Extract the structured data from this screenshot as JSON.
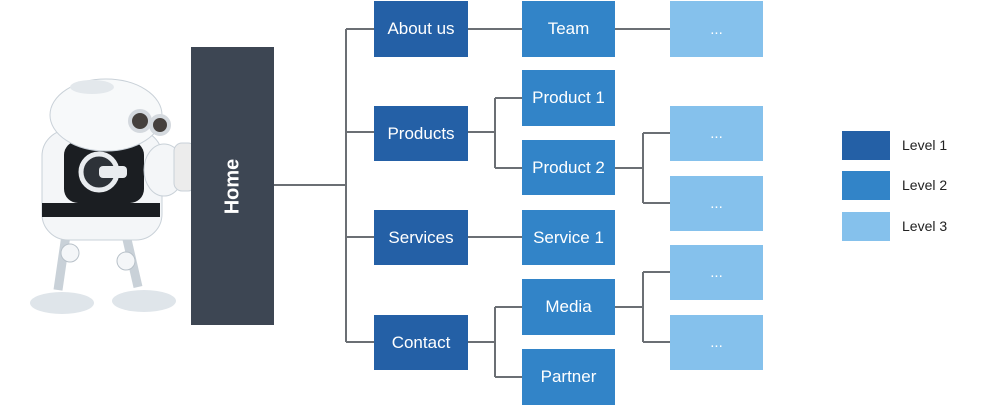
{
  "colors": {
    "home": "#3d4653",
    "level1": "#2460a6",
    "level2": "#3284c8",
    "level3": "#85c1ec",
    "connector": "#6b6f74"
  },
  "home": {
    "label": "Home"
  },
  "level1": [
    {
      "label": "About us"
    },
    {
      "label": "Products"
    },
    {
      "label": "Services"
    },
    {
      "label": "Contact"
    }
  ],
  "level2": [
    {
      "label": "Team"
    },
    {
      "label": "Product 1"
    },
    {
      "label": "Product 2"
    },
    {
      "label": "Service 1"
    },
    {
      "label": "Media"
    },
    {
      "label": "Partner"
    }
  ],
  "level3": [
    {
      "label": "..."
    },
    {
      "label": "..."
    },
    {
      "label": "..."
    },
    {
      "label": "..."
    },
    {
      "label": "..."
    }
  ],
  "legend": [
    {
      "label": "Level 1"
    },
    {
      "label": "Level 2"
    },
    {
      "label": "Level 3"
    }
  ],
  "illustration": {
    "icon": "robot-icon"
  }
}
